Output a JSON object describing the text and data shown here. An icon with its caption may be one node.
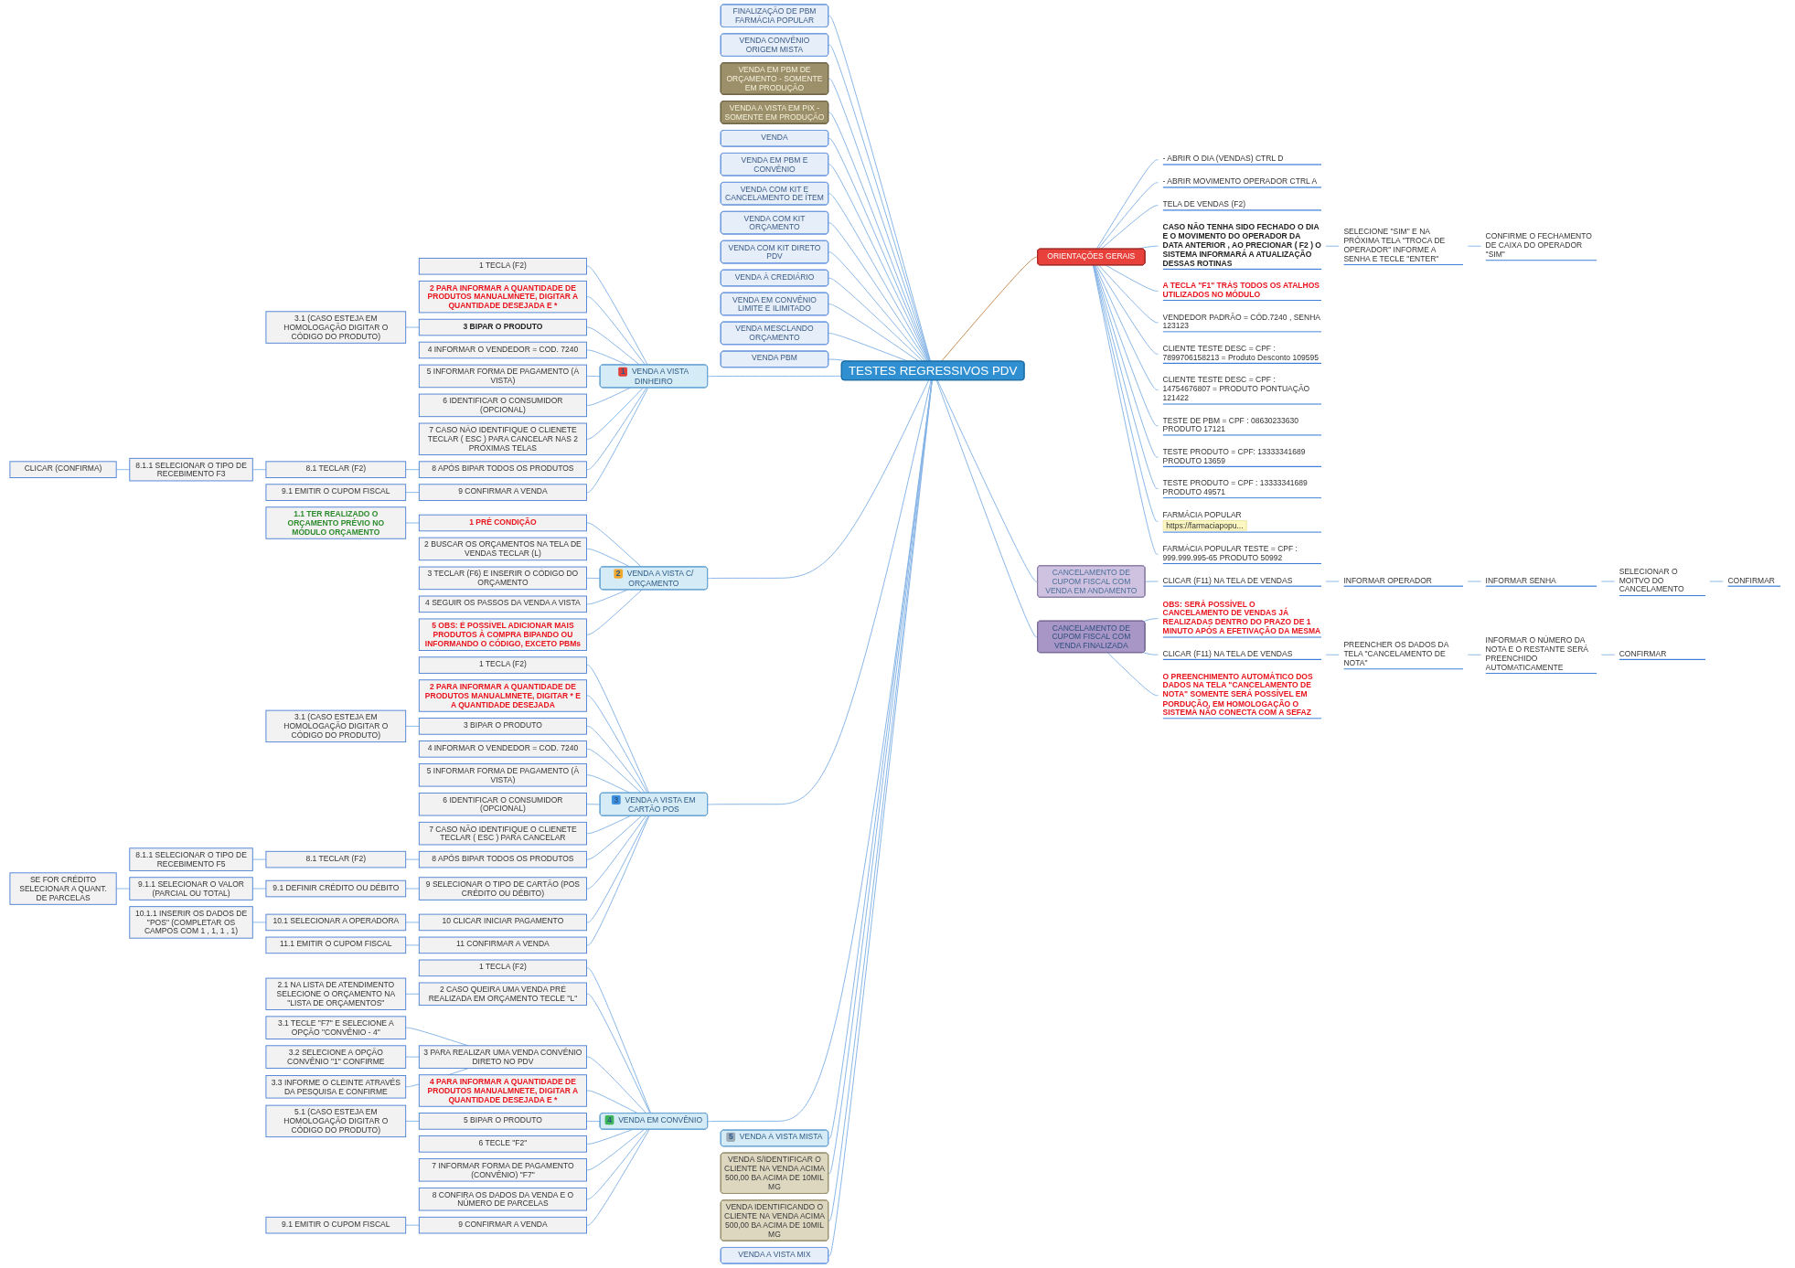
{
  "diagram": {
    "nodes": [
      {
        "text": [
          "TESTES REGRESSIVOS PDV"
        ]
      },
      {
        "text": [
          "FINALIZAÇÃO DE PBM FARMÁCIA POPULAR"
        ]
      },
      {
        "text": [
          "VENDA CONVÊNIO ORIGEM MISTA"
        ]
      },
      {
        "text": [
          "VENDA EM PBM DE ORÇAMENTO - SOMENTE EM PRODUÇÃO"
        ]
      },
      {
        "text": [
          "VENDA A VISTA EM PIX - SOMENTE EM PRODUÇÃO"
        ]
      },
      {
        "text": [
          "VENDA"
        ]
      },
      {
        "text": [
          "VENDA EM PBM E CONVÊNIO"
        ]
      },
      {
        "text": [
          "VENDA COM KIT E CANCELAMENTO DE ÍTEM"
        ]
      },
      {
        "text": [
          "VENDA COM KIT ORÇAMENTO"
        ]
      },
      {
        "text": [
          "VENDA COM KIT DIRETO PDV"
        ]
      },
      {
        "text": [
          "VENDA À CREDIÁRIO"
        ]
      },
      {
        "text": [
          "VENDA EM CONVÊNIO LIMITE E ILIMITADO"
        ]
      },
      {
        "text": [
          "VENDA MESCLANDO ORÇAMENTO"
        ]
      },
      {
        "text": [
          "VENDA PBM"
        ]
      },
      {
        "text": [
          "1",
          "VENDA A VISTA DINHEIRO"
        ]
      },
      {
        "text": [
          "1 TECLA (F2)"
        ]
      },
      {
        "text": [
          "2 PARA INFORMAR A QUANTIDADE DE PRODUTOS MANUALMNETE, DIGITAR A QUANTIDADE DESEJADA E *"
        ]
      },
      {
        "text": [
          "3 BIPAR O PRODUTO"
        ]
      },
      {
        "text": [
          "3.1 (CASO ESTEJA EM HOMOLOGAÇÃO DIGITAR O CÓDIGO DO PRODUTO)"
        ]
      },
      {
        "text": [
          "4 INFORMAR O VENDEDOR = COD. 7240"
        ]
      },
      {
        "text": [
          "5 INFORMAR FORMA DE PAGAMENTO (À VISTA)"
        ]
      },
      {
        "text": [
          "6 IDENTIFICAR O CONSUMIDOR (OPCIONAL)"
        ]
      },
      {
        "text": [
          "7 CASO NÃO IDENTIFIQUE O CLIENETE TECLAR ( ESC ) PARA CANCELAR NAS 2 PRÓXIMAS TELAS"
        ]
      },
      {
        "text": [
          "8 APÓS BIPAR TODOS OS PRODUTOS"
        ]
      },
      {
        "text": [
          "8.1 TECLAR (F2)"
        ]
      },
      {
        "text": [
          "8.1.1 SELECIONAR O TIPO DE RECEBIMENTO F3"
        ]
      },
      {
        "text": [
          "CLICAR (CONFIRMA)"
        ]
      },
      {
        "text": [
          "9 CONFIRMAR A VENDA"
        ]
      },
      {
        "text": [
          "9.1 EMITIR O CUPOM FISCAL"
        ]
      },
      {
        "text": [
          "2",
          "VENDA A VISTA C/ ORÇAMENTO"
        ]
      },
      {
        "text": [
          "1 PRÉ CONDIÇÃO"
        ]
      },
      {
        "text": [
          "1.1 TER REALIZADO O ORÇAMENTO PRÉVIO NO MÓDULO ORÇAMENTO"
        ]
      },
      {
        "text": [
          "2 BUSCAR OS ORÇAMENTOS NA TELA DE VENDAS TECLAR (L)"
        ]
      },
      {
        "text": [
          "3 TECLAR (F6) E INSERIR O CÓDIGO DO ORÇAMENTO"
        ]
      },
      {
        "text": [
          "4 SEGUIR OS PASSOS DA VENDA A VISTA"
        ]
      },
      {
        "text": [
          "5 OBS: É POSSÍVEL ADICIONAR MAIS PRODUTOS À COMPRA BIPANDO OU INFORMANDO O CÓDIGO, EXCETO PBMs"
        ]
      },
      {
        "text": [
          "3",
          "VENDA A VISTA EM CARTÃO POS"
        ]
      },
      {
        "text": [
          "1 TECLA (F2)"
        ]
      },
      {
        "text": [
          "2 PARA INFORMAR A QUANTIDADE DE PRODUTOS MANUALMNETE, DIGITAR * E A QUANTIDADE DESEJADA"
        ]
      },
      {
        "text": [
          "3 BIPAR O PRODUTO"
        ]
      },
      {
        "text": [
          "3.1 (CASO ESTEJA EM HOMOLOGAÇÃO DIGITAR O CÓDIGO DO PRODUTO)"
        ]
      },
      {
        "text": [
          "4 INFORMAR O VENDEDOR = COD. 7240"
        ]
      },
      {
        "text": [
          "5 INFORMAR FORMA DE PAGAMENTO (À VISTA)"
        ]
      },
      {
        "text": [
          "6 IDENTIFICAR O CONSUMIDOR (OPCIONAL)"
        ]
      },
      {
        "text": [
          "7 CASO NÃO IDENTIFIQUE O CLIENETE TECLAR ( ESC ) PARA CANCELAR"
        ]
      },
      {
        "text": [
          "8 APÓS BIPAR TODOS OS PRODUTOS"
        ]
      },
      {
        "text": [
          "8.1 TECLAR (F2)"
        ]
      },
      {
        "text": [
          "8.1.1 SELECIONAR O TIPO DE RECEBIMENTO F5"
        ]
      },
      {
        "text": [
          "9 SELECIONAR O TIPO DE CARTÃO (POS CRÉDITO OU DÉBITO)"
        ]
      },
      {
        "text": [
          "9.1 DEFINIR CRÉDITO OU DÉBITO"
        ]
      },
      {
        "text": [
          "9.1.1 SELECIONAR O VALOR (PARCIAL OU TOTAL)"
        ]
      },
      {
        "text": [
          "SE FOR CRÉDITO SELECIONAR A QUANT. DE PARCELAS"
        ]
      },
      {
        "text": [
          "10 CLICAR INICIAR PAGAMENTO"
        ]
      },
      {
        "text": [
          "10.1 SELECIONAR A OPERADORA"
        ]
      },
      {
        "text": [
          "10.1.1 INSERIR OS DADOS DE \"POS\" (COMPLETAR OS CAMPOS COM 1 , 1, 1 , 1)"
        ]
      },
      {
        "text": [
          "11 CONFIRMAR A VENDA"
        ]
      },
      {
        "text": [
          "11.1 EMITIR O CUPOM FISCAL"
        ]
      },
      {
        "text": [
          "4",
          "VENDA EM CONVÊNIO"
        ]
      },
      {
        "text": [
          "1 TECLA (F2)"
        ]
      },
      {
        "text": [
          "2 CASO QUEIRA UMA VENDA PRÉ REALIZADA EM ORÇAMENTO TECLE \"L\""
        ]
      },
      {
        "text": [
          "2.1 NA LISTA DE ATENDIMENTO SELECIONE O ORÇAMENTO NA \"LISTA DE ORÇAMENTOS\""
        ]
      },
      {
        "text": [
          "3 PARA REALIZAR UMA VENDA CONVÊNIO DIRETO NO PDV"
        ]
      },
      {
        "text": [
          "3.1 TECLE \"F7\" E SELECIONE A OPÇÃO \"CONVÊNIO - 4\""
        ]
      },
      {
        "text": [
          "3.2 SELECIONE A OPÇÃO CONVÊNIO \"1\" CONFIRME"
        ]
      },
      {
        "text": [
          "3.3 INFORME O CLEINTE ATRAVÉS DA PESQUISA E CONFIRME"
        ]
      },
      {
        "text": [
          "4 PARA INFORMAR A QUANTIDADE DE PRODUTOS MANUALMNETE, DIGITAR A QUANTIDADE DESEJADA E *"
        ]
      },
      {
        "text": [
          "5 BIPAR O PRODUTO"
        ]
      },
      {
        "text": [
          "5.1 (CASO ESTEJA EM HOMOLOGAÇÃO DIGITAR O CÓDIGO DO PRODUTO)"
        ]
      },
      {
        "text": [
          "6 TECLE \"F2\""
        ]
      },
      {
        "text": [
          "7 INFORMAR FORMA DE PAGAMENTO (CONVÊNIO) \"F7\""
        ]
      },
      {
        "text": [
          "8 CONFIRA OS DADOS DA VENDA E O NÚMERO DE PARCELAS"
        ]
      },
      {
        "text": [
          "9 CONFIRMAR A VENDA"
        ]
      },
      {
        "text": [
          "9.1 EMITIR O CUPOM FISCAL"
        ]
      },
      {
        "text": [
          "5",
          "VENDA À VISTA MISTA"
        ]
      },
      {
        "text": [
          "VENDA S/IDENTIFICAR O CLIENTE NA VENDA ACIMA 500,00 BA ACIMA DE 10MIL MG"
        ]
      },
      {
        "text": [
          "VENDA IDENTIFICANDO O CLIENTE NA VENDA ACIMA 500,00 BA ACIMA DE 10MIL MG"
        ]
      },
      {
        "text": [
          "VENDA A VISTA MIX"
        ]
      },
      {
        "text": [
          "ORIENTAÇÕES GERAIS"
        ]
      },
      {
        "text": [
          "- ABRIR O DIA (VENDAS) CTRL D"
        ]
      },
      {
        "text": [
          "- ABRIR MOVIMENTO OPERADOR CTRL A"
        ]
      },
      {
        "text": [
          "TELA DE VENDAS (F2)"
        ]
      },
      {
        "text": [
          "CASO NÃO TENHA SIDO FECHADO O DIA E O MOVIMENTO DO OPERADOR DA DATA ANTERIOR , AO PRECIONAR ( F2 ) O SISTEMA INFORMARÁ A ATUALIZAÇÃO DESSAS ROTINAS"
        ]
      },
      {
        "text": [
          "SELECIONE \"SIM\" E NA PRÓXIMA TELA \"TROCA DE OPERADOR\" INFORME A SENHA E TECLE \"ENTER\""
        ]
      },
      {
        "text": [
          "CONFIRME O FECHAMENTO DE CAIXA DO OPERADOR \"SIM\""
        ]
      },
      {
        "text": [
          "A TECLA \"F1\" TRÁS TODOS OS ATALHOS UTILIZADOS NO MÓDULO"
        ]
      },
      {
        "text": [
          "VENDEDOR PADRÃO = CÓD.7240 , SENHA 123123"
        ]
      },
      {
        "text": [
          "CLIENTE TESTE DESC = CPF : 7899706158213 = Produto Desconto 109595"
        ]
      },
      {
        "text": [
          "CLIENTE TESTE DESC = CPF : 14754676807 = PRODUTO PONTUAÇÃO 121422"
        ]
      },
      {
        "text": [
          "TESTE DE PBM = CPF : 08630233630 PRODUTO 17121"
        ]
      },
      {
        "text": [
          "TESTE PRODUTO = CPF: 13333341689 PRODUTO 13659"
        ]
      },
      {
        "text": [
          "TESTE PRODUTO = CPF : 13333341689 PRODUTO 49571"
        ]
      },
      {
        "text": [
          "FARMÁCIA POPULAR",
          "https://farmaciapopu..."
        ]
      },
      {
        "text": [
          "FARMÁCIA POPULAR TESTE = CPF : 999.999.995-65 PRODUTO 50992"
        ]
      },
      {
        "text": [
          "CANCELAMENTO DE CUPOM FISCAL COM VENDA EM ANDAMENTO"
        ]
      },
      {
        "text": [
          "CLICAR (F11) NA TELA DE VENDAS"
        ]
      },
      {
        "text": [
          "INFORMAR OPERADOR"
        ]
      },
      {
        "text": [
          "INFORMAR SENHA"
        ]
      },
      {
        "text": [
          "SELECIONAR O MOITVO DO CANCELAMENTO"
        ]
      },
      {
        "text": [
          "CONFIRMAR"
        ]
      },
      {
        "text": [
          "CANCELAMENTO DE CUPOM FISCAL COM VENDA FINALIZADA"
        ]
      },
      {
        "text": [
          "OBS: SERÁ POSSÍVEL O CANCELAMENTO DE VENDAS JÁ REALIZADAS DENTRO DO PRAZO DE 1 MINUTO APÓS A EFETIVAÇÃO DA MESMA"
        ]
      },
      {
        "text": [
          "CLICAR (F11) NA TELA DE VENDAS"
        ]
      },
      {
        "text": [
          "PREENCHER OS DADOS DA TELA \"CANCELAMENTO DE NOTA\""
        ]
      },
      {
        "text": [
          "INFORMAR O NÚMERO DA NOTA E O RESTANTE SERÁ PREENCHIDO AUTOMATICAMENTE"
        ]
      },
      {
        "text": [
          "CONFIRMAR"
        ]
      },
      {
        "text": [
          "O PREENCHIMENTO AUTOMÁTICO DOS DADOS NA TELA \"CANCELAMENTO DE NOTA\" SOMENTE SERÁ POSSÍVEL EM PORDUÇÃO, EM HOMOLOGAÇÃO O SISTEMA NÃO CONECTA COM A SEFAZ"
        ]
      }
    ],
    "edges": [
      {
        "from": 1,
        "to": 0,
        "arrow": "none"
      },
      {
        "from": 2,
        "to": 0,
        "arrow": "none"
      },
      {
        "from": 3,
        "to": 0,
        "arrow": "none"
      },
      {
        "from": 4,
        "to": 0,
        "arrow": "none"
      },
      {
        "from": 5,
        "to": 0,
        "arrow": "none"
      },
      {
        "from": 6,
        "to": 0,
        "arrow": "none"
      },
      {
        "from": 7,
        "to": 0,
        "arrow": "none"
      },
      {
        "from": 8,
        "to": 0,
        "arrow": "none"
      },
      {
        "from": 9,
        "to": 0,
        "arrow": "none"
      },
      {
        "from": 10,
        "to": 0,
        "arrow": "none"
      },
      {
        "from": 11,
        "to": 0,
        "arrow": "none"
      },
      {
        "from": 12,
        "to": 0,
        "arrow": "none"
      },
      {
        "from": 13,
        "to": 0,
        "arrow": "none"
      },
      {
        "from": 14,
        "to": 0,
        "arrow": "none"
      },
      {
        "from": 15,
        "to": 14,
        "arrow": "none"
      },
      {
        "from": 16,
        "to": 14,
        "arrow": "none"
      },
      {
        "from": 17,
        "to": 14,
        "arrow": "none"
      },
      {
        "from": 18,
        "to": 17,
        "arrow": "none"
      },
      {
        "from": 19,
        "to": 14,
        "arrow": "none"
      },
      {
        "from": 20,
        "to": 14,
        "arrow": "none"
      },
      {
        "from": 21,
        "to": 14,
        "arrow": "none"
      },
      {
        "from": 22,
        "to": 14,
        "arrow": "none"
      },
      {
        "from": 23,
        "to": 14,
        "arrow": "none"
      },
      {
        "from": 24,
        "to": 23,
        "arrow": "none"
      },
      {
        "from": 25,
        "to": 24,
        "arrow": "none"
      },
      {
        "from": 26,
        "to": 25,
        "arrow": "none"
      },
      {
        "from": 27,
        "to": 14,
        "arrow": "none"
      },
      {
        "from": 28,
        "to": 27,
        "arrow": "none"
      },
      {
        "from": 29,
        "to": 0,
        "arrow": "none"
      },
      {
        "from": 30,
        "to": 29,
        "arrow": "none"
      },
      {
        "from": 31,
        "to": 30,
        "arrow": "none"
      },
      {
        "from": 32,
        "to": 29,
        "arrow": "none"
      },
      {
        "from": 33,
        "to": 29,
        "arrow": "none"
      },
      {
        "from": 34,
        "to": 29,
        "arrow": "none"
      },
      {
        "from": 35,
        "to": 29,
        "arrow": "none"
      },
      {
        "from": 36,
        "to": 0,
        "arrow": "none"
      },
      {
        "from": 37,
        "to": 36,
        "arrow": "none"
      },
      {
        "from": 38,
        "to": 36,
        "arrow": "none"
      },
      {
        "from": 39,
        "to": 36,
        "arrow": "none"
      },
      {
        "from": 40,
        "to": 39,
        "arrow": "none"
      },
      {
        "from": 41,
        "to": 36,
        "arrow": "none"
      },
      {
        "from": 42,
        "to": 36,
        "arrow": "none"
      },
      {
        "from": 43,
        "to": 36,
        "arrow": "none"
      },
      {
        "from": 44,
        "to": 36,
        "arrow": "none"
      },
      {
        "from": 45,
        "to": 36,
        "arrow": "none"
      },
      {
        "from": 46,
        "to": 45,
        "arrow": "none"
      },
      {
        "from": 47,
        "to": 46,
        "arrow": "none"
      },
      {
        "from": 48,
        "to": 36,
        "arrow": "none"
      },
      {
        "from": 49,
        "to": 48,
        "arrow": "none"
      },
      {
        "from": 50,
        "to": 49,
        "arrow": "none"
      },
      {
        "from": 51,
        "to": 50,
        "arrow": "none"
      },
      {
        "from": 52,
        "to": 36,
        "arrow": "none"
      },
      {
        "from": 53,
        "to": 52,
        "arrow": "none"
      },
      {
        "from": 54,
        "to": 53,
        "arrow": "none"
      },
      {
        "from": 55,
        "to": 36,
        "arrow": "none"
      },
      {
        "from": 56,
        "to": 55,
        "arrow": "none"
      },
      {
        "from": 57,
        "to": 0,
        "arrow": "none"
      },
      {
        "from": 58,
        "to": 57,
        "arrow": "none"
      },
      {
        "from": 59,
        "to": 57,
        "arrow": "none"
      },
      {
        "from": 60,
        "to": 59,
        "arrow": "none"
      },
      {
        "from": 61,
        "to": 57,
        "arrow": "none"
      },
      {
        "from": 62,
        "to": 61,
        "arrow": "none"
      },
      {
        "from": 63,
        "to": 61,
        "arrow": "none"
      },
      {
        "from": 64,
        "to": 61,
        "arrow": "none"
      },
      {
        "from": 65,
        "to": 57,
        "arrow": "none"
      },
      {
        "from": 66,
        "to": 57,
        "arrow": "none"
      },
      {
        "from": 67,
        "to": 66,
        "arrow": "none"
      },
      {
        "from": 68,
        "to": 57,
        "arrow": "none"
      },
      {
        "from": 69,
        "to": 57,
        "arrow": "none"
      },
      {
        "from": 70,
        "to": 57,
        "arrow": "none"
      },
      {
        "from": 71,
        "to": 57,
        "arrow": "none"
      },
      {
        "from": 72,
        "to": 71,
        "arrow": "none"
      },
      {
        "from": 73,
        "to": 0,
        "arrow": "none"
      },
      {
        "from": 74,
        "to": 0,
        "arrow": "none"
      },
      {
        "from": 75,
        "to": 0,
        "arrow": "none"
      },
      {
        "from": 76,
        "to": 0,
        "arrow": "none"
      },
      {
        "from": 0,
        "to": 77,
        "arrow": "none",
        "color": "#c98a4f"
      },
      {
        "from": 77,
        "to": 78,
        "arrow": "none"
      },
      {
        "from": 77,
        "to": 79,
        "arrow": "none"
      },
      {
        "from": 77,
        "to": 80,
        "arrow": "none"
      },
      {
        "from": 77,
        "to": 81,
        "arrow": "none"
      },
      {
        "from": 81,
        "to": 82,
        "arrow": "none"
      },
      {
        "from": 82,
        "to": 83,
        "arrow": "none"
      },
      {
        "from": 77,
        "to": 84,
        "arrow": "none"
      },
      {
        "from": 77,
        "to": 85,
        "arrow": "none"
      },
      {
        "from": 77,
        "to": 86,
        "arrow": "none"
      },
      {
        "from": 77,
        "to": 87,
        "arrow": "none"
      },
      {
        "from": 77,
        "to": 88,
        "arrow": "none"
      },
      {
        "from": 77,
        "to": 89,
        "arrow": "none"
      },
      {
        "from": 77,
        "to": 90,
        "arrow": "none"
      },
      {
        "from": 77,
        "to": 91,
        "arrow": "none"
      },
      {
        "from": 77,
        "to": 92,
        "arrow": "none"
      },
      {
        "from": 0,
        "to": 93,
        "arrow": "none"
      },
      {
        "from": 93,
        "to": 94,
        "arrow": "none"
      },
      {
        "from": 94,
        "to": 95,
        "arrow": "none"
      },
      {
        "from": 95,
        "to": 96,
        "arrow": "none"
      },
      {
        "from": 96,
        "to": 97,
        "arrow": "none"
      },
      {
        "from": 97,
        "to": 98,
        "arrow": "none"
      },
      {
        "from": 0,
        "to": 99,
        "arrow": "none"
      },
      {
        "from": 99,
        "to": 100,
        "arrow": "none"
      },
      {
        "from": 99,
        "to": 101,
        "arrow": "none"
      },
      {
        "from": 101,
        "to": 102,
        "arrow": "none"
      },
      {
        "from": 102,
        "to": 103,
        "arrow": "none"
      },
      {
        "from": 103,
        "to": 104,
        "arrow": "none"
      },
      {
        "from": 99,
        "to": 105,
        "arrow": "none"
      }
    ]
  }
}
